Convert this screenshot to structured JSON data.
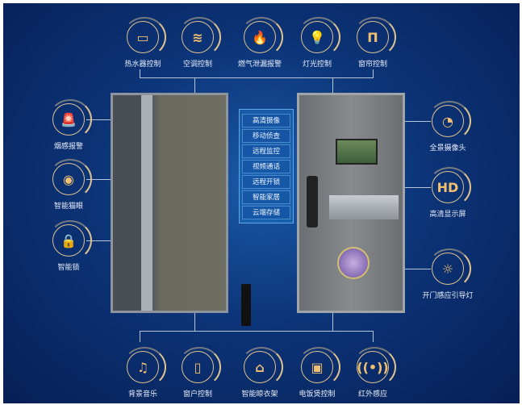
{
  "top_features": [
    {
      "label": "热水器控制",
      "icon": "water-heater-icon",
      "glyph": "▭"
    },
    {
      "label": "空调控制",
      "icon": "air-conditioner-icon",
      "glyph": "≋"
    },
    {
      "label": "燃气泄漏报警",
      "icon": "flame-icon",
      "glyph": "🔥"
    },
    {
      "label": "灯光控制",
      "icon": "light-bulb-icon",
      "glyph": "💡"
    },
    {
      "label": "窗帘控制",
      "icon": "curtain-icon",
      "glyph": "Π"
    }
  ],
  "left_features": [
    {
      "label": "烟感报警",
      "icon": "alarm-icon",
      "glyph": "🚨"
    },
    {
      "label": "智能猫眼",
      "icon": "eye-icon",
      "glyph": "◉"
    },
    {
      "label": "智能锁",
      "icon": "smart-lock-icon",
      "glyph": "🔒"
    }
  ],
  "right_features": [
    {
      "label": "全景摄像头",
      "icon": "camera-icon",
      "glyph": "◔"
    },
    {
      "label": "高清显示屏",
      "icon": "hd-screen-icon",
      "glyph": "HD"
    },
    {
      "label": "开门感应引导灯",
      "icon": "sun-light-icon",
      "glyph": "☼"
    }
  ],
  "bottom_features": [
    {
      "label": "背景音乐",
      "icon": "music-icon",
      "glyph": "♫"
    },
    {
      "label": "窗户控制",
      "icon": "window-door-icon",
      "glyph": "▯"
    },
    {
      "label": "智能晾衣架",
      "icon": "hanger-icon",
      "glyph": "⌂"
    },
    {
      "label": "电饭煲控制",
      "icon": "rice-cooker-icon",
      "glyph": "▣"
    },
    {
      "label": "红外感应",
      "icon": "infrared-icon",
      "glyph": "((•))"
    }
  ],
  "center_panel": [
    "高清摄像",
    "移动侦查",
    "远程监控",
    "视频通话",
    "远程开锁",
    "智能家居",
    "云端存储"
  ]
}
